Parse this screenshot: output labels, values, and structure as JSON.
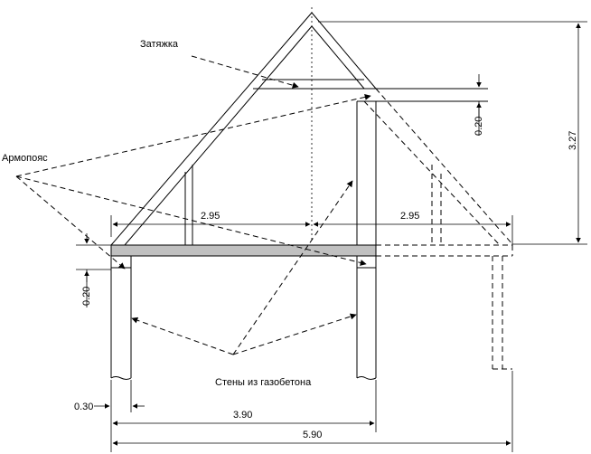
{
  "labels": {
    "tie_beam": "Затяжка",
    "ring_beam": "Армопояс",
    "walls": "Стены из газобетона"
  },
  "dimensions": {
    "half_span_left": "2.95",
    "half_span_right": "2.95",
    "ridge_height": "3.27",
    "upper_gap": "0.20",
    "slab_thickness": "0.20",
    "wall_thickness": "0.30",
    "inner_span": "3.90",
    "total_span": "5.90"
  },
  "colors": {
    "slab_fill": "#c0c0c0",
    "line": "#000000"
  }
}
